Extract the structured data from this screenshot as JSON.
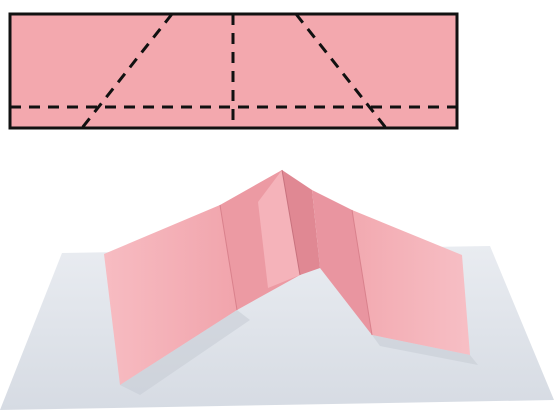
{
  "colors": {
    "paper_pink": "#f3a8ae",
    "paper_pink_shadow": "#e48d97",
    "paper_pink_light": "#f7bcc2",
    "outline": "#111111",
    "fold_line": "#111111",
    "base_sheet": "#dfe3ea",
    "base_sheet_shadow": "#c8cdd6",
    "background": "#ffffff"
  },
  "diagram": {
    "shape": "rectangle-strip",
    "fold_lines": [
      "vertical-center",
      "horizontal-lower",
      "diagonal-left",
      "diagonal-right"
    ],
    "line_style": "dashed"
  },
  "photo": {
    "subject": "folded-pink-paper-pop-up",
    "base": "white-card"
  }
}
